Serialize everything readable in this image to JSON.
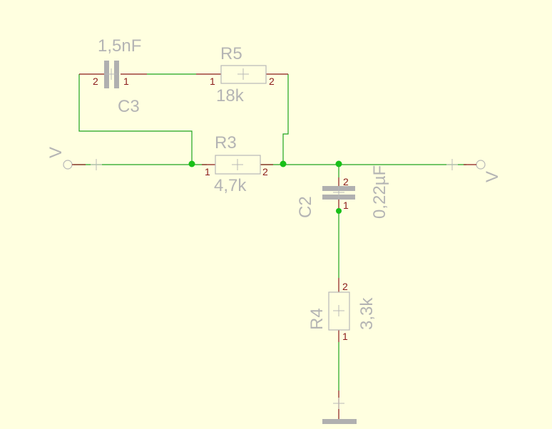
{
  "components": {
    "c3": {
      "name": "C3",
      "value": "1,5nF",
      "pin_left": "2",
      "pin_right": "1"
    },
    "r5": {
      "name": "R5",
      "value": "18k",
      "pin_left": "1",
      "pin_right": "2"
    },
    "r3": {
      "name": "R3",
      "value": "4,7k",
      "pin_left": "1",
      "pin_right": "2"
    },
    "c2": {
      "name": "C2",
      "value": "0,22µF",
      "pin_top": "2",
      "pin_bottom": "1"
    },
    "r4": {
      "name": "R4",
      "value": "3,3k",
      "pin_top": "2",
      "pin_bottom": "1"
    }
  },
  "ports": {
    "input": {
      "label": "V"
    },
    "output": {
      "label": "V"
    }
  },
  "colors": {
    "background": "#ffffe0",
    "wire": "#1fa51f",
    "lead": "#8b1a1a",
    "component": "#b4b4b4",
    "junction": "#18c018"
  }
}
